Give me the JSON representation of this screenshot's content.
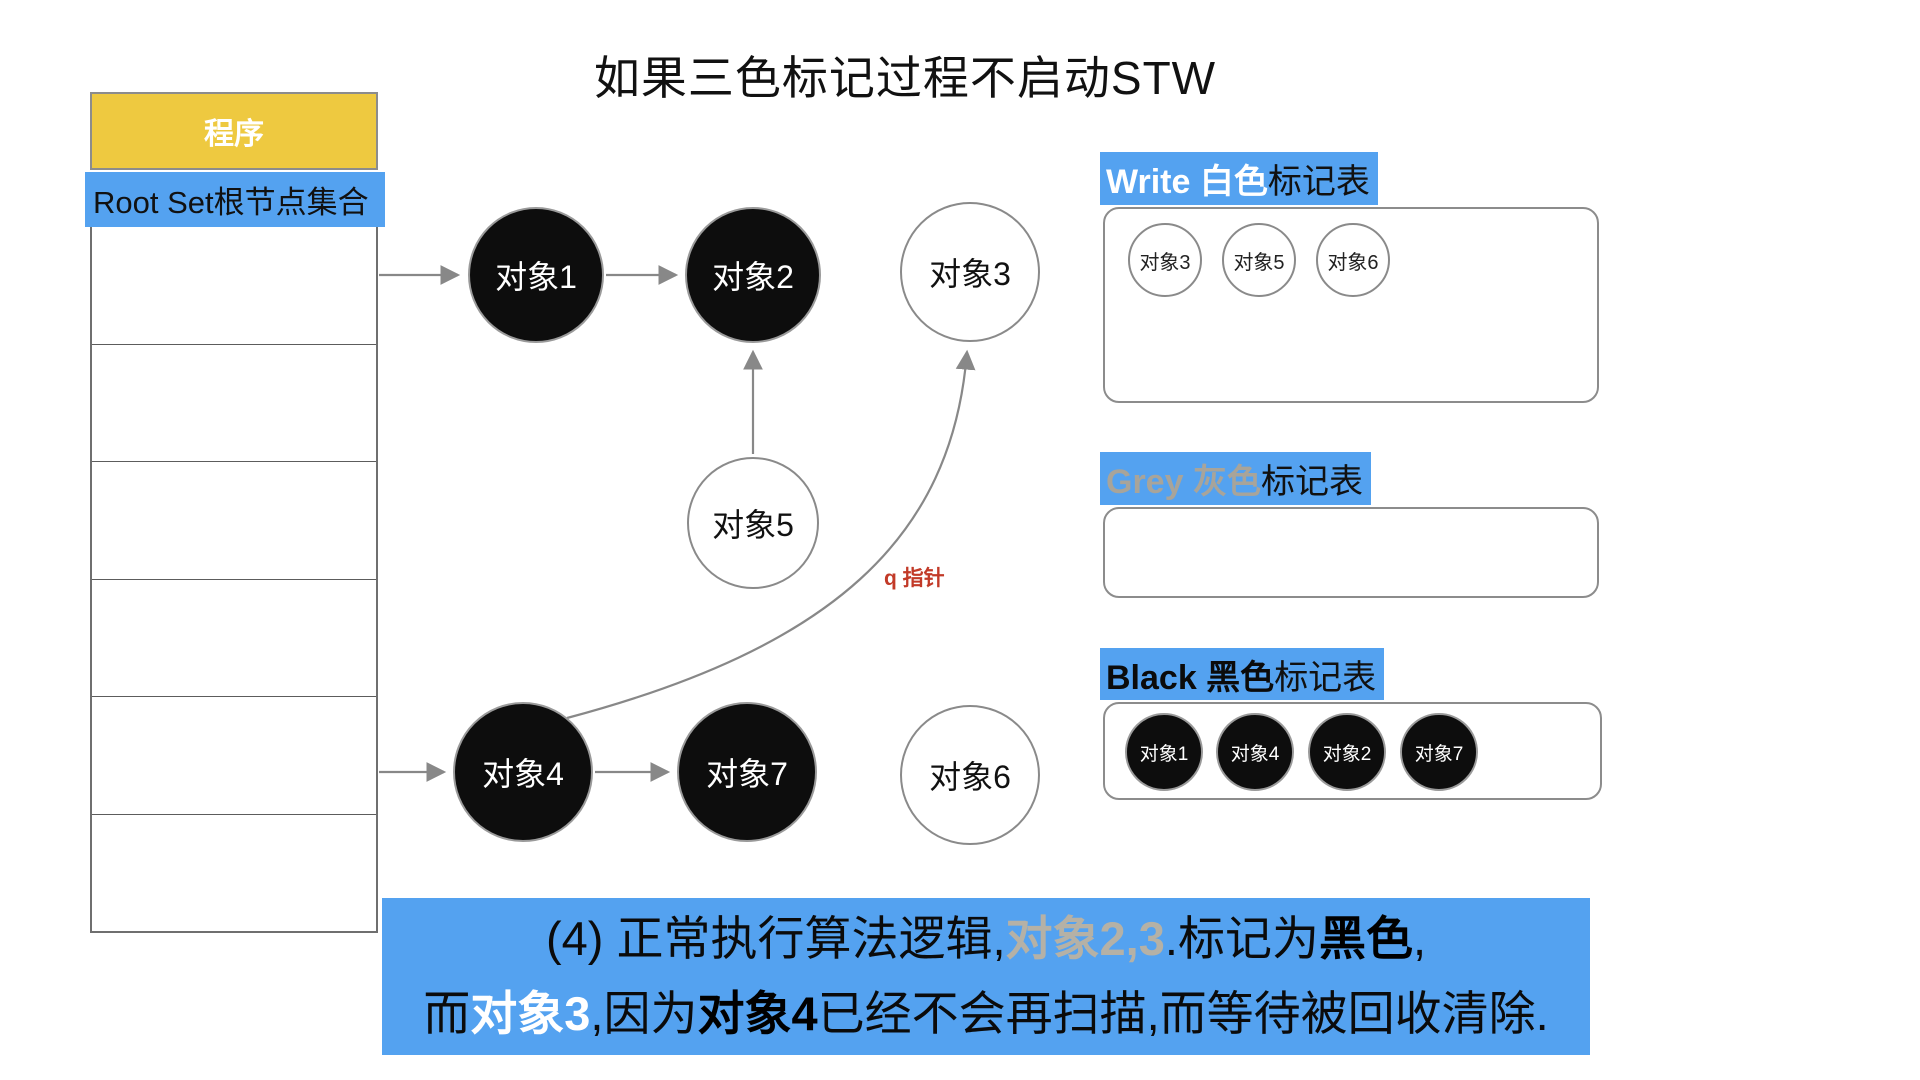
{
  "title": "如果三色标记过程不启动STW",
  "program_table": {
    "header": "程序",
    "root_set_label": "Root Set根节点集合",
    "empty_row_count": 6
  },
  "graph": {
    "nodes": [
      {
        "id": "obj1",
        "label": "对象1",
        "color": "black"
      },
      {
        "id": "obj2",
        "label": "对象2",
        "color": "black"
      },
      {
        "id": "obj3",
        "label": "对象3",
        "color": "white"
      },
      {
        "id": "obj5",
        "label": "对象5",
        "color": "white"
      },
      {
        "id": "obj4",
        "label": "对象4",
        "color": "black"
      },
      {
        "id": "obj7",
        "label": "对象7",
        "color": "black"
      },
      {
        "id": "obj6",
        "label": "对象6",
        "color": "white"
      }
    ],
    "pointer_label": "q 指针"
  },
  "panels": {
    "white": {
      "strong": "Write 白色",
      "rest": "标记表",
      "items": [
        "对象3",
        "对象5",
        "对象6"
      ]
    },
    "grey": {
      "strong": "Grey 灰色",
      "rest": "标记表",
      "items": []
    },
    "black": {
      "strong": "Black 黑色",
      "rest": "标记表",
      "items": [
        "对象1",
        "对象4",
        "对象2",
        "对象7"
      ]
    }
  },
  "caption": {
    "line1": {
      "seg1": "(4) 正常执行算法逻辑,",
      "seg2": "对象2,3",
      "seg3": ".标记为",
      "seg4": "黑色",
      "seg5": ","
    },
    "line2": {
      "seg1": "而",
      "seg2": "对象3",
      "seg3": ",因为",
      "seg4": "对象4",
      "seg5": "已经不会再扫描,而等待被回收清除."
    }
  },
  "colors": {
    "accent_blue": "#54a2f0",
    "header_yellow": "#eec940",
    "pointer_red": "#c23a28",
    "grey_label": "#a8a49a",
    "tan_highlight": "#b5b1a6",
    "node_black": "#0d0d0d"
  }
}
